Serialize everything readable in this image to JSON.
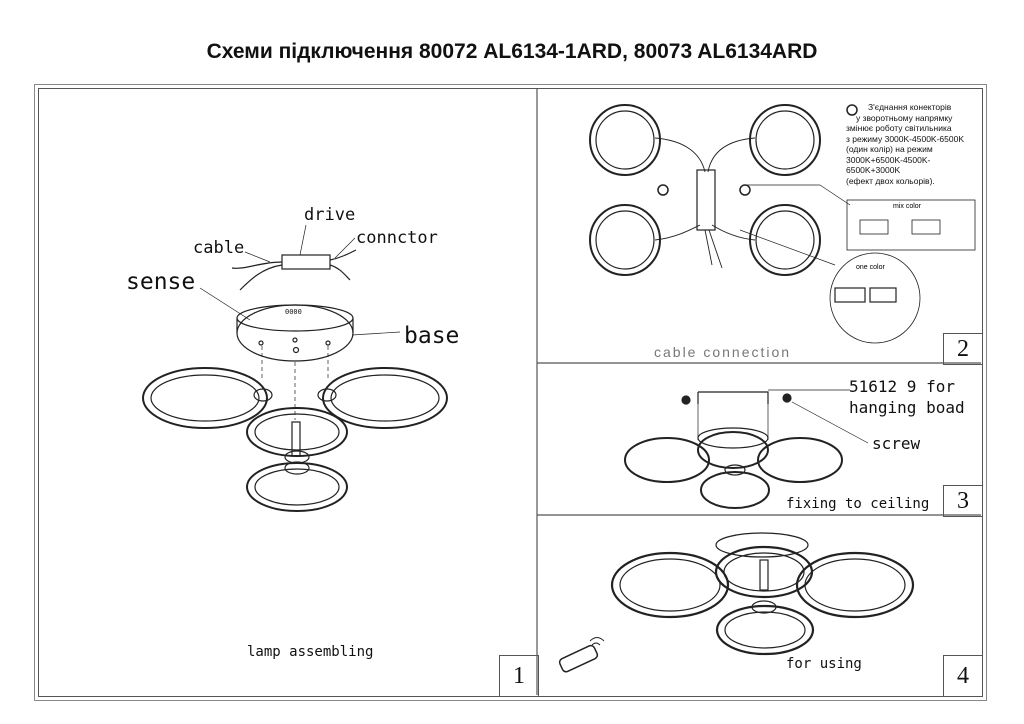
{
  "title": "Схеми підключення 80072 AL6134-1ARD, 80073 AL6134ARD",
  "panel1": {
    "labels": {
      "drive": "drive",
      "cable": "cable",
      "connector": "connctor",
      "sense": "sense",
      "base": "base",
      "base_code": "0000"
    },
    "caption": "lamp  assembling",
    "number": "1"
  },
  "panel2": {
    "caption": "cable connection",
    "number": "2",
    "mix_color": "mix color",
    "one_color": "one color",
    "note": [
      "З'єднання конекторів",
      "у зворотньому напрямку",
      "змінює роботу світильника",
      "з режиму 3000K-4500K-6500K",
      "(один колір) на режим",
      "3000K+6500K-4500K-",
      "6500K+3000K",
      "(ефект двох кольорів)."
    ],
    "rotate_icon": "rotate-arrows-icon"
  },
  "panel3": {
    "label_board": [
      "51612 9 for",
      "hanging boad"
    ],
    "label_screw": "screw",
    "caption": "fixing to ceiling",
    "number": "3"
  },
  "panel4": {
    "caption": "for using",
    "number": "4",
    "remote_icon": "remote-control-icon"
  }
}
